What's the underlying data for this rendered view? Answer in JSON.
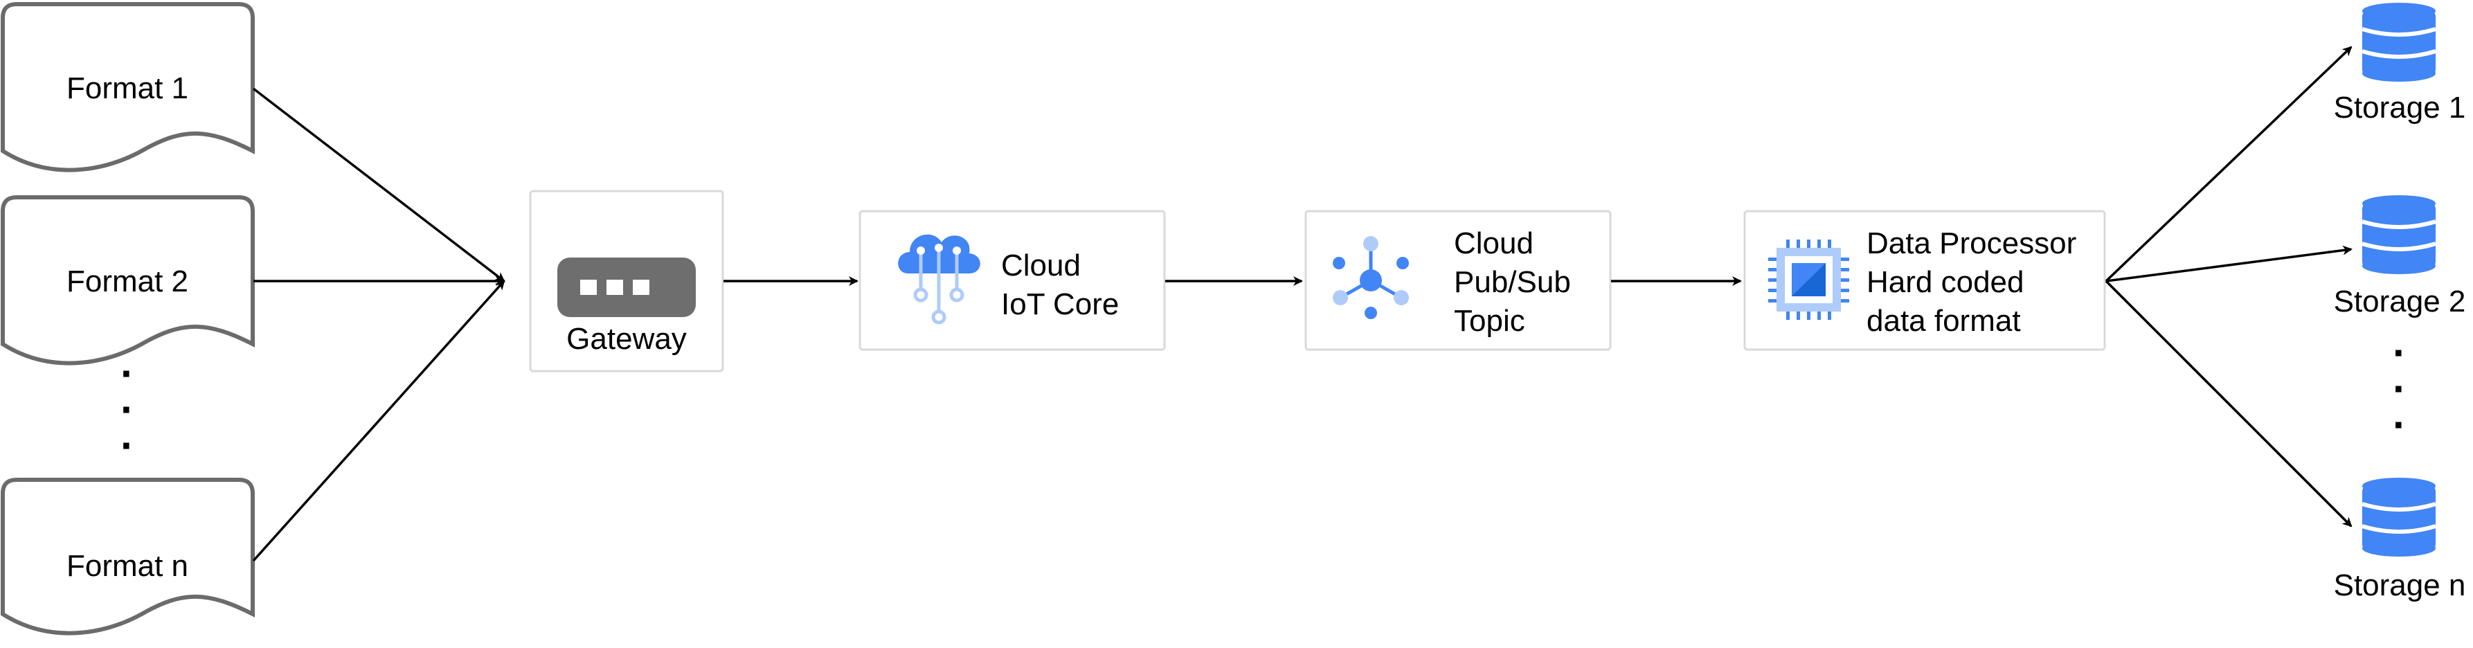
{
  "colors": {
    "box_border": "#d9d9d9",
    "doc_border": "#6b6b6b",
    "gateway_fill": "#6e6e6e",
    "google_blue": "#4285f4",
    "google_light_blue": "#aecbfa",
    "arrow": "#000000"
  },
  "sources": [
    {
      "label": "Format 1"
    },
    {
      "label": "Format 2"
    },
    {
      "label": "Format n"
    }
  ],
  "sources_ellipsis": "· · ·",
  "gateway": {
    "label": "Gateway",
    "icon": "gateway-icon"
  },
  "iot_core": {
    "line1": "Cloud",
    "line2": "IoT Core",
    "icon": "cloud-iot-core-icon"
  },
  "pubsub": {
    "line1": "Cloud",
    "line2": "Pub/Sub",
    "line3": "Topic",
    "icon": "pubsub-icon"
  },
  "processor": {
    "line1": "Data Processor",
    "line2": "Hard coded",
    "line3": "data format",
    "icon": "processor-chip-icon"
  },
  "storages": [
    {
      "label": "Storage 1"
    },
    {
      "label": "Storage 2"
    },
    {
      "label": "Storage n"
    }
  ],
  "storages_ellipsis": "· · ·"
}
